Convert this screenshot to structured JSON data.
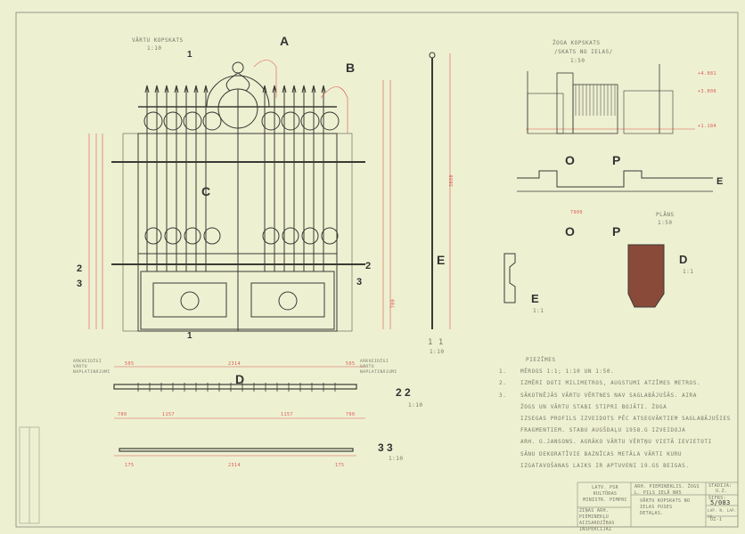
{
  "views": {
    "gate_elevation": {
      "title": "VĀRTU KOPSKATS",
      "scale": "1:10"
    },
    "fence_elevation": {
      "title": "ŽOGA KOPSKATS",
      "subtitle": "/SKATS NO IELAS/",
      "scale": "1:50"
    },
    "plan": {
      "title": "PLĀNS",
      "scale": "1:50"
    },
    "section_1_1": {
      "title": "1 1",
      "scale": "1:10"
    },
    "section_2_2": {
      "title": "2 2",
      "scale": "1:10"
    },
    "section_3_3": {
      "title": "3 3",
      "scale": "1:10"
    },
    "detail_d": {
      "title": "D",
      "scale": "1:1"
    },
    "detail_e": {
      "title": "E",
      "scale": "1:1"
    }
  },
  "callouts": {
    "a": "A",
    "b": "B",
    "c": "C",
    "d": "D",
    "e": "E",
    "o": "O",
    "p": "P",
    "s1": "1",
    "s2": "2",
    "s3": "3"
  },
  "dimensions": {
    "overall_width": "2314",
    "side": "505",
    "half": "1157",
    "end_left": "700",
    "end_right": "700",
    "small": "175",
    "height": "3080",
    "lower": "700",
    "plan_total": "7900",
    "marks": [
      "+4.081",
      "+3.000",
      "+1.184"
    ]
  },
  "labels": {
    "left_hinge": "ARKVEIDĪGI VĀRTU NAPLATINĀJUMI",
    "right_hinge": "ARKVEIDĪGI VĀRTU NAPLATINĀJUMI"
  },
  "notes": {
    "title": "PIEZĪMES",
    "items": [
      {
        "num": "1.",
        "lines": [
          "MĒROGS 1:1; 1:10 UN 1:50."
        ]
      },
      {
        "num": "2.",
        "lines": [
          "IZMĒRI DOTI MILIMETROS, AUGSTUMI ATZĪMES METROS."
        ]
      },
      {
        "num": "3.",
        "lines": [
          "SĀKOTNĒJĀS VĀRTU VĒRTNES NAV SAGLABĀJUŠĀS. AIRA",
          "ŽOGS UN VĀRTU STABI STIPRI BOJĀTI.   ŽOGA",
          "IZSEGAS PROFILS IZVEIDOTS PĒC ATSEGVĀKTIEM SAGLABĀJUŠIES",
          "FRAGMENTIEM. STABU AUGŠDAĻU 1958.G IZVEIDOJA",
          "ARH. G.JANSONS. AGRĀKO VĀRTU VĒRTŅU VIETĀ IEVIETOTI",
          "SĀNU DEKORATĪVIE BAZNĪCAS METĀLA VĀRTI KURU",
          "IZGATAVOŠANAS LAIKS IR APTUVENI 19.GS BEIGAS."
        ]
      }
    ]
  },
  "title_block": {
    "org": "LATV. PSR KULTŪRAS MINISTR. PIMPRC",
    "org2": "ZIŅAS ARH. PIEMINEKĻU AIZSARDZĪBAS INSPEKCIJAI",
    "object": "ARH. PIEMINEKLIS. ŽOGS L. PILS IELĀ NR5",
    "sheet": "VĀRTU KOPSKATS NO IELAS PUSES DETAĻAS.",
    "stage_label": "STADIJA:",
    "stage": "U.Z.",
    "code_label": "ŠIFRS:",
    "code": "5/083",
    "sheet_no_label": "LAP. N. LAP. SK:",
    "sheet_no": "UZ-1"
  },
  "colors": {
    "paper": "#eef0d2",
    "ink": "#3a3a34",
    "dim": "#d9574f"
  }
}
